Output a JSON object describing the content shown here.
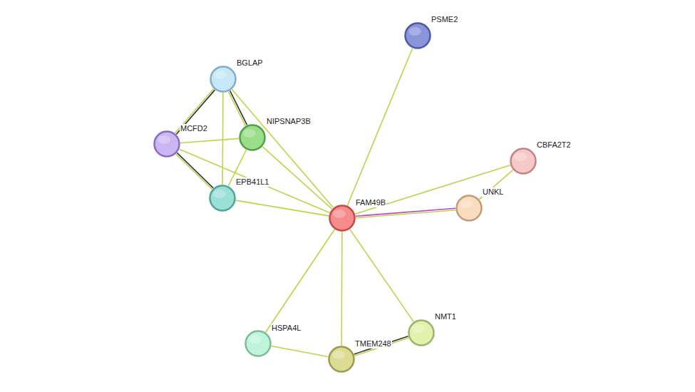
{
  "diagram": {
    "nodes": [
      {
        "text": [
          "PSME2"
        ]
      },
      {
        "text": [
          "BGLAP"
        ]
      },
      {
        "text": [
          "MCFD2"
        ]
      },
      {
        "text": [
          "NIPSNAP3B"
        ]
      },
      {
        "text": [
          "CBFA2T2"
        ]
      },
      {
        "text": [
          "EPB41L1"
        ]
      },
      {
        "text": [
          "FAM49B"
        ]
      },
      {
        "text": [
          "UNKL"
        ]
      },
      {
        "text": [
          "HSPA4L"
        ]
      },
      {
        "text": [
          "NMT1"
        ]
      },
      {
        "text": [
          "TMEM248"
        ]
      }
    ],
    "edges": [
      {
        "from": 6,
        "to": 0,
        "arrow": "none"
      },
      {
        "from": 6,
        "to": 1,
        "arrow": "none"
      },
      {
        "from": 6,
        "to": 3,
        "arrow": "none"
      },
      {
        "from": 6,
        "to": 2,
        "arrow": "none"
      },
      {
        "from": 6,
        "to": 5,
        "arrow": "none"
      },
      {
        "from": 6,
        "to": 4,
        "arrow": "none"
      },
      {
        "from": 6,
        "to": 7,
        "arrow": "none"
      },
      {
        "from": 6,
        "to": 8,
        "arrow": "none"
      },
      {
        "from": 6,
        "to": 10,
        "arrow": "none"
      },
      {
        "from": 6,
        "to": 9,
        "arrow": "none"
      },
      {
        "from": 4,
        "to": 7,
        "arrow": "none"
      },
      {
        "from": 8,
        "to": 10,
        "arrow": "none"
      },
      {
        "from": 10,
        "to": 9,
        "arrow": "none"
      },
      {
        "from": 1,
        "to": 2,
        "arrow": "none"
      },
      {
        "from": 1,
        "to": 3,
        "arrow": "none"
      },
      {
        "from": 1,
        "to": 5,
        "arrow": "none"
      },
      {
        "from": 2,
        "to": 3,
        "arrow": "none"
      },
      {
        "from": 2,
        "to": 5,
        "arrow": "none"
      },
      {
        "from": 3,
        "to": 5,
        "arrow": "none"
      }
    ]
  }
}
